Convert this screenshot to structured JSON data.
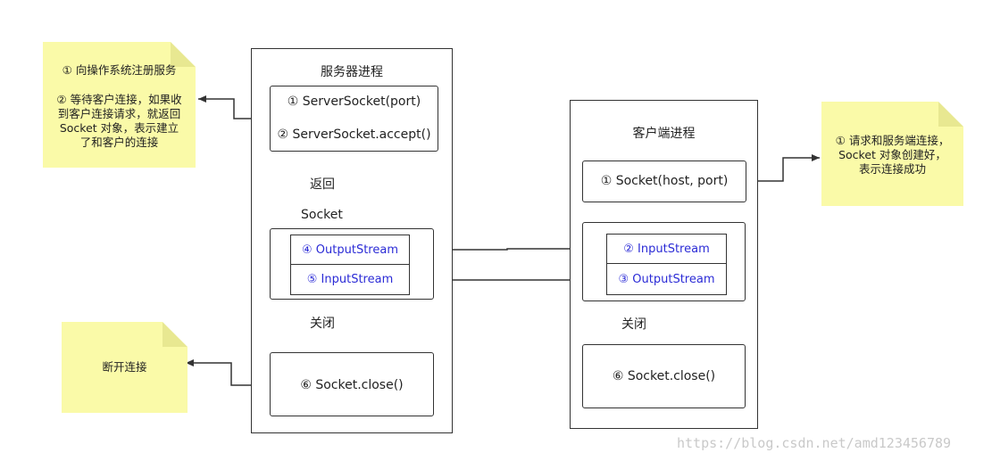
{
  "server": {
    "title": "服务器进程",
    "step_server_socket": "① ServerSocket(port)",
    "step_accept": "② ServerSocket.accept()",
    "label_return": "返回",
    "label_socket": "Socket",
    "stream_output": "④ OutputStream",
    "stream_input": "⑤ InputStream",
    "label_close": "关闭",
    "step_close": "⑥ Socket.close()"
  },
  "client": {
    "title": "客户端进程",
    "step_socket": "① Socket(host, port)",
    "stream_input": "② InputStream",
    "stream_output": "③ OutputStream",
    "label_close": "关闭",
    "step_close": "⑥ Socket.close()"
  },
  "notes": {
    "server_register": "① 向操作系统注册服务",
    "server_wait_lines": [
      "② 等待客户连接，如果收",
      "到客户连接请求，就返回",
      "Socket 对象，表示建立",
      "了和客户的连接"
    ],
    "disconnect": "断开连接",
    "client_connect_lines": [
      "① 请求和服务端连接，",
      "Socket 对象创建好，",
      "表示连接成功"
    ]
  },
  "watermark": "https://blog.csdn.net/amd123456789",
  "colors": {
    "note_bg": "#fafaa8",
    "stream_text": "#2b2bd6",
    "stroke": "#333333"
  }
}
